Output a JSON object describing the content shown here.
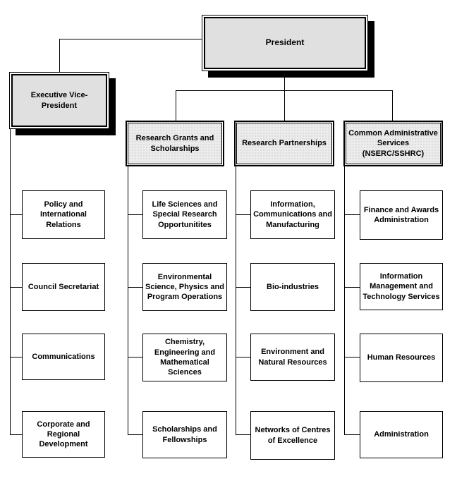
{
  "org_chart": {
    "president": {
      "label": "President"
    },
    "executive_vice_president": {
      "label": "Executive Vice-President"
    },
    "headers": [
      {
        "label": "Research Grants and\nScholarships"
      },
      {
        "label": "Research Partnerships"
      },
      {
        "label": "Common Administrative\nServices\n(NSERC/SSHRC)"
      }
    ],
    "columns": [
      {
        "parent": "Executive Vice-President",
        "boxes": [
          "Policy and\nInternational\nRelations",
          "Council Secretariat",
          "Communications",
          "Corporate  and\nRegional\nDevelopment"
        ]
      },
      {
        "parent": "Research Grants and Scholarships",
        "boxes": [
          "Life Sciences and\nSpecial Research\nOpportunitites",
          "Environmental\nScience, Physics and\nProgram Operations",
          "Chemistry,\nEngineering and\nMathematical\nSciences",
          "Scholarships and\nFellowships"
        ]
      },
      {
        "parent": "Research Partnerships",
        "boxes": [
          "Information,\nCommunications and\nManufacturing",
          "Bio-industries",
          "Environment and\nNatural Resources",
          "Networks of Centres\nof Excellence"
        ]
      },
      {
        "parent": "Common Administrative Services (NSERC/SSHRC)",
        "boxes": [
          "Finance and Awards\nAdministration",
          "Information\nManagement and\nTechnology Services",
          "Human Resources",
          "Administration"
        ]
      }
    ],
    "colors": {
      "line": "#000000",
      "shadow": "#000000",
      "executive_fill": "#e0e0e0",
      "header_fill": "#ececec",
      "header_dot": "#b0b0b0",
      "box_background": "#ffffff"
    }
  }
}
